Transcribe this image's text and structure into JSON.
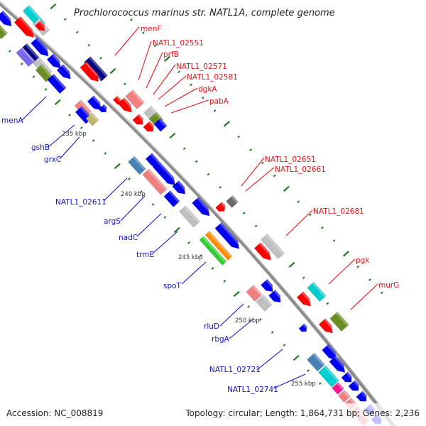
{
  "title": "Prochlorococcus marinus str. NATL1A, complete genome",
  "footer": {
    "accession": "Accession: NC_008819",
    "topology": "Topology: circular; Length: 1,864,731 bp; Genes: 2,236"
  },
  "colors": {
    "backbone": "#8c8c8c",
    "forward_labels": "#e8141b",
    "reverse_labels": "#1515d0",
    "tick": "#1f7a1f",
    "gene_blue": "#0000ee",
    "gene_navy": "#000080",
    "gene_red": "#ff0000",
    "gene_pink": "#f08080",
    "gene_grey": "#c0c0c0",
    "gene_olive": "#6b8e23",
    "gene_cyan": "#00ced1",
    "gene_steel": "#4682b4",
    "gene_green": "#32cd32",
    "gene_orange": "#ff8c00",
    "gene_magenta": "#ff1493",
    "gene_tan": "#bdb76b",
    "gene_dimgrey": "#696969",
    "gene_slate": "#7b68ee"
  },
  "kbp_markers": [
    "235 kbp",
    "240 kbp",
    "245 kbp",
    "250 kbp",
    "255 kbp"
  ],
  "forward_labels": [
    "menF",
    "NATL1_02551",
    "prfB",
    "NATL1_02571",
    "NATL1_02581",
    "dgkA",
    "pabA",
    "NATL1_02651",
    "NATL1_02661",
    "NATL1_02681",
    "pgk",
    "murG"
  ],
  "reverse_labels": [
    "menA",
    "gshB",
    "grxC",
    "NATL1_02611",
    "argS",
    "nadC",
    "trmE",
    "spoT",
    "rluD",
    "rbgA",
    "NATL1_02721",
    "NATL1_02741"
  ]
}
